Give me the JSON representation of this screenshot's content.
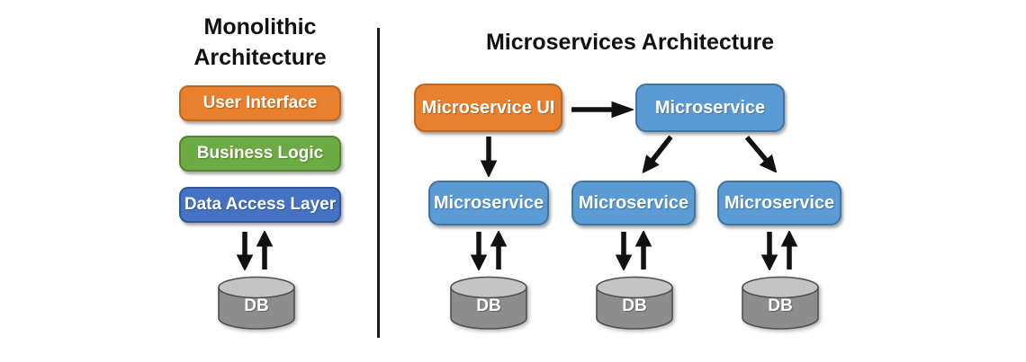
{
  "diagram": {
    "monolithic": {
      "title_line1": "Monolithic",
      "title_line2": "Architecture",
      "layers": [
        {
          "label": "User Interface",
          "color": "#E8802D"
        },
        {
          "label": "Business Logic",
          "color": "#6CAB44"
        },
        {
          "label": "Data Access Layer",
          "color": "#4472C4"
        }
      ],
      "database": {
        "label": "DB"
      }
    },
    "microservices": {
      "title": "Microservices Architecture",
      "ui_service": {
        "label": "Microservice UI",
        "color": "#E8802D"
      },
      "entry_service": {
        "label": "Microservice",
        "color": "#5B9BD5"
      },
      "services": [
        {
          "label": "Microservice"
        },
        {
          "label": "Microservice"
        },
        {
          "label": "Microservice"
        }
      ],
      "databases": [
        {
          "label": "DB"
        },
        {
          "label": "DB"
        },
        {
          "label": "DB"
        }
      ]
    },
    "colors": {
      "orange_fill": "#E8802D",
      "orange_border": "#C0661E",
      "green_fill": "#6CAB44",
      "green_border": "#55842F",
      "blue_fill": "#4472C4",
      "blue_border": "#31559C",
      "light_blue_fill": "#5B9BD5",
      "light_blue_border": "#3E74A6",
      "db_body": "#8D8D8D",
      "db_top": "#C4C4C4",
      "db_border": "#4F4F4F",
      "arrow": "#111111",
      "divider": "#1c1c1c",
      "background": "#ffffff"
    }
  }
}
